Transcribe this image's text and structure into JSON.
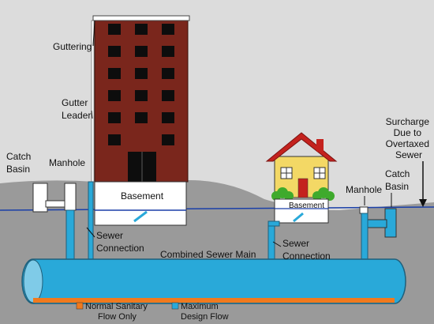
{
  "labels": {
    "guttering": "Guttering",
    "gutter_leader": [
      "Gutter",
      "Leader"
    ],
    "catch_basin_left": [
      "Catch",
      "Basin"
    ],
    "manhole_left": "Manhole",
    "basement_building": "Basement",
    "sewer_connection_left": [
      "Sewer",
      "Connection"
    ],
    "combined_sewer_main": "Combined Sewer Main",
    "basement_house": "Basement",
    "sewer_connection_right": [
      "Sewer",
      "Connection"
    ],
    "manhole_right": "Manhole",
    "catch_basin_right": [
      "Catch",
      "Basin"
    ],
    "surcharge": [
      "Surcharge",
      "Due to",
      "Overtaxed",
      "Sewer"
    ]
  },
  "legend": {
    "normal": [
      "Normal Sanitary",
      "Flow Only"
    ],
    "maximum": [
      "Maximum",
      "Design Flow"
    ]
  },
  "colors": {
    "sky": "#dcdcdc",
    "ground": "#9a9a9a",
    "pipe_water": "#29a9d9",
    "normal_flow": "#f07a1e",
    "building": "#7a261c",
    "window": "#0d0d0d",
    "house_wall": "#f3d865",
    "roof": "#c4221e",
    "door": "#c4221e",
    "bush": "#3faa2c",
    "surcharge_line": "#1a3fa8"
  }
}
